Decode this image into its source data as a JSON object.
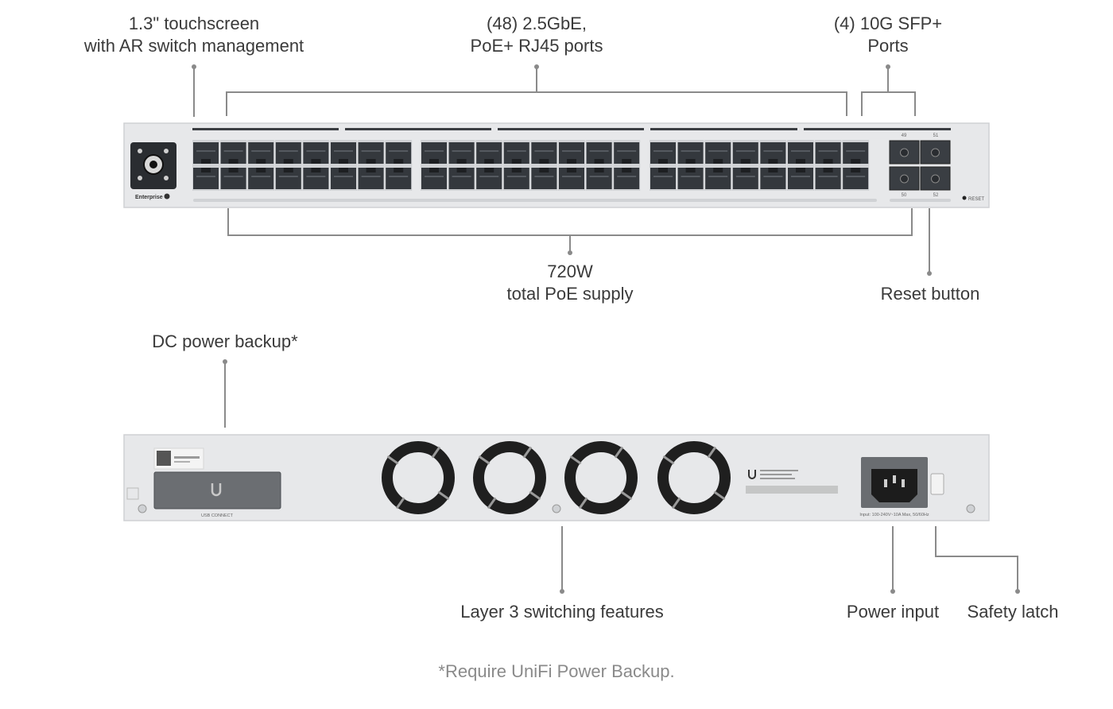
{
  "callouts": {
    "touchscreen": {
      "line1": "1.3\" touchscreen",
      "line2": "with AR switch management"
    },
    "rj45": {
      "line1": "(48) 2.5GbE,",
      "line2": "PoE+ RJ45 ports"
    },
    "sfp": {
      "line1": "(4) 10G SFP+",
      "line2": "Ports"
    },
    "poe": {
      "line1": "720W",
      "line2": "total PoE supply"
    },
    "reset": {
      "line1": "Reset button"
    },
    "dc_backup": {
      "line1": "DC power backup*"
    },
    "layer3": {
      "line1": "Layer 3 switching features"
    },
    "power_input": {
      "line1": "Power input"
    },
    "safety_latch": {
      "line1": "Safety latch"
    }
  },
  "device_text": {
    "enterprise_badge": "Enterprise",
    "reset_text": "RESET",
    "usb_connect": "USB CONNECT",
    "power_rating": "Input: 100-240V~10A Max, 50/60Hz",
    "sfp_top_labels": [
      "49",
      "51"
    ],
    "sfp_bottom_labels": [
      "50",
      "52"
    ]
  },
  "footnote": "*Require UniFi Power Backup.",
  "colors": {
    "chassis": "#e6e7e9",
    "chassis_edge": "#cfd1d4",
    "port_body": "#33373c",
    "leader_line": "#8a8a8a",
    "label_text": "#3a3a3a",
    "fan": "#1f1f1f"
  },
  "counts": {
    "rj45_ports": 48,
    "sfp_ports": 4,
    "fans": 4
  }
}
